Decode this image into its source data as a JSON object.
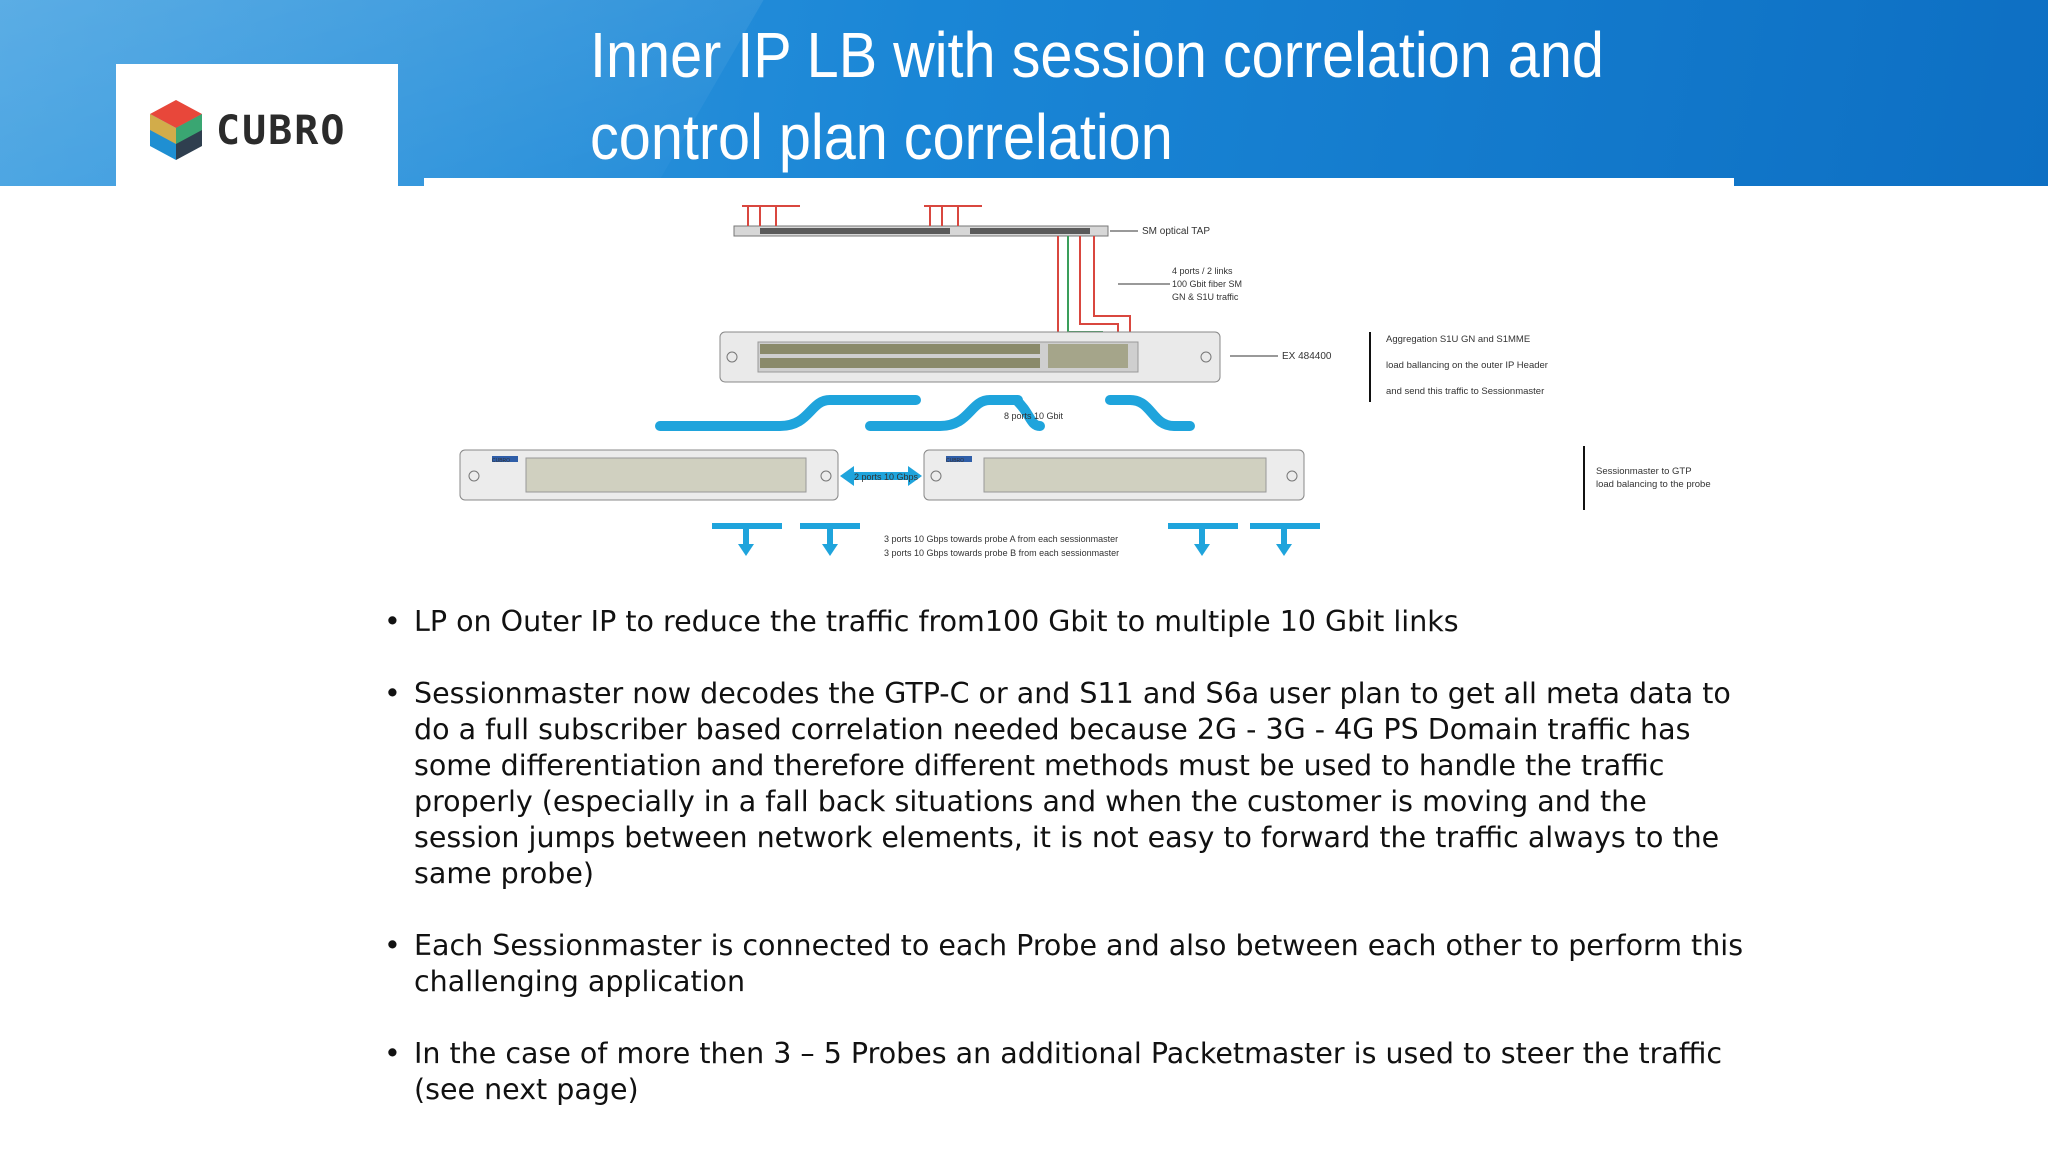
{
  "logo": {
    "text": "CUBRO"
  },
  "title": "Inner IP LB with session correlation and control plan correlation",
  "diagram": {
    "labels": {
      "tap": "SM optical TAP",
      "ports_line1": "4  ports / 2 links",
      "ports_line2": "100 Gbit  fiber SM",
      "ports_line3": "GN & S1U traffic",
      "ex": "EX 484400",
      "agg_line1": "Aggregation S1U GN and S1MME",
      "agg_line2": "load ballancing on the outer IP Header",
      "agg_line3": "and send this traffic to Sessionmaster",
      "eight_ports": "8 ports 10 Gbit",
      "two_ports": "2 ports 10 Gbps",
      "sm_line1": "Sessionmaster to GTP",
      "sm_line2": "load balancing to the probe",
      "probe_a": "3 ports 10 Gbps towards probe A  from each sessionmaster",
      "probe_b": "3 ports  10 Gbps towards probe B  from each sessionmaster",
      "brand_small": "CUBRO"
    }
  },
  "bullets": [
    "LP on Outer IP to reduce the traffic from100 Gbit to multiple 10 Gbit links",
    "Sessionmaster now decodes the GTP-C or and  S11 and S6a user plan to get all meta data to do a full subscriber based correlation needed because 2G - 3G - 4G PS Domain traffic has some differentiation and therefore different methods must be used to handle the traffic properly (especially in a fall back situations and when the customer is moving and the session jumps between network elements, it is not easy to forward the traffic always to the same probe)",
    "Each Sessionmaster is connected to each Probe and also between each other to perform this challenging application",
    "In the case of more then 3 – 5 Probes an additional Packetmaster is used to steer the traffic (see next page)"
  ],
  "colors": {
    "header_blue": "#1a86d6",
    "link_blue": "#1fa4dc",
    "fiber_red": "#d9473f",
    "fiber_green": "#3a9e5a"
  }
}
